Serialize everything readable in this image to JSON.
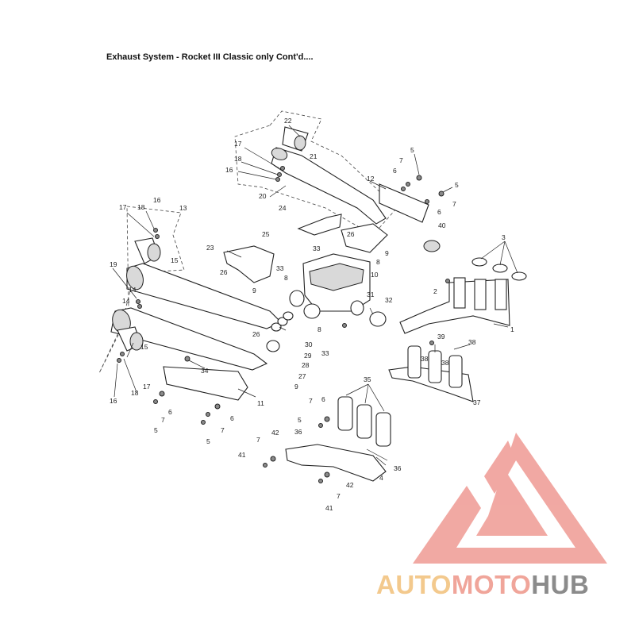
{
  "header": {
    "title": "Exhaust System - Rocket III Classic only Cont'd...."
  },
  "callouts": [
    "1",
    "2",
    "3",
    "4",
    "5",
    "6",
    "7",
    "8",
    "9",
    "10",
    "11",
    "12",
    "13",
    "14",
    "15",
    "16",
    "17",
    "18",
    "19",
    "20",
    "21",
    "22",
    "23",
    "24",
    "25",
    "26",
    "27",
    "28",
    "29",
    "30",
    "31",
    "32",
    "33",
    "34",
    "35",
    "36",
    "37",
    "38",
    "39",
    "40",
    "41",
    "42"
  ],
  "watermark": {
    "logo_text": "AUTOMOTOHUB",
    "colors": {
      "auto": "#f3c98d",
      "moto": "#f0a59a",
      "hub": "#8b8b8b",
      "triangle": "#ef9a93"
    }
  }
}
